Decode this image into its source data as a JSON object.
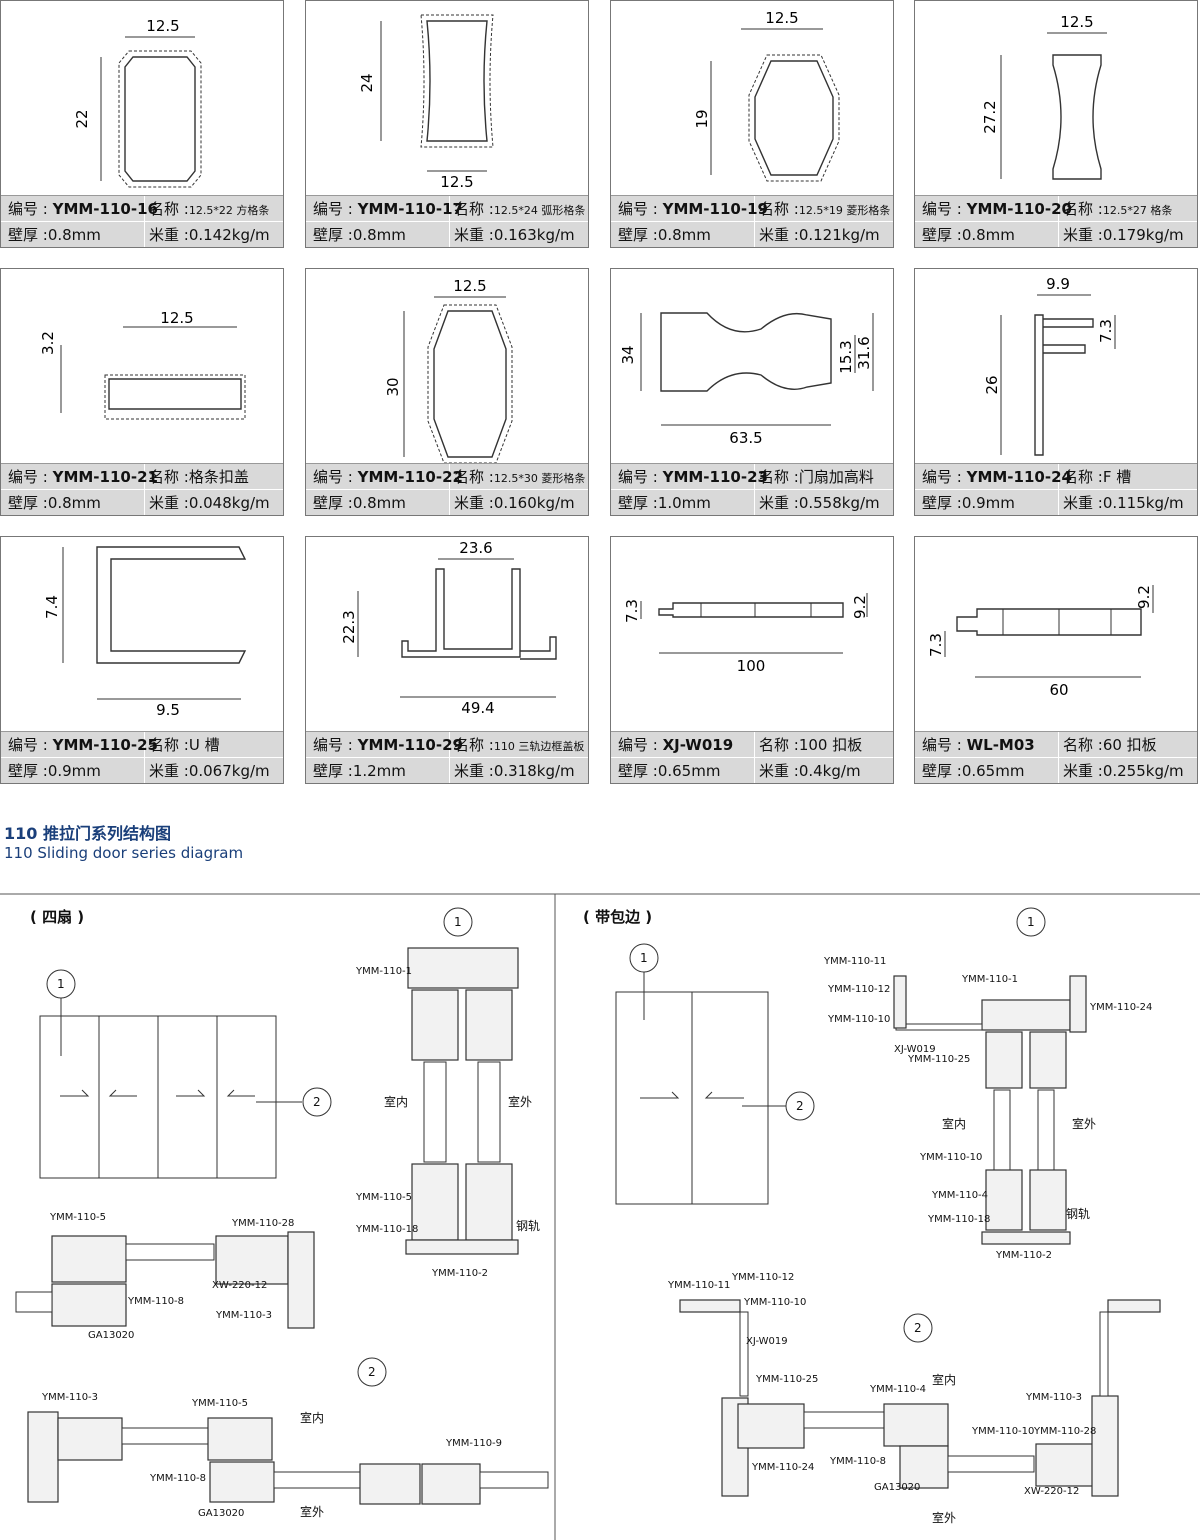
{
  "cards": [
    {
      "code_label": "编号 : ",
      "code": "YMM-110-16",
      "name_label": "名称 :",
      "name": "12.5*22 方格条",
      "thick_label": "壁厚 :",
      "thick": "0.8mm",
      "weight_label": "米重 :",
      "weight": "0.142kg/m",
      "dims": [
        "12.5",
        "22"
      ]
    },
    {
      "code_label": "编号 : ",
      "code": "YMM-110-17",
      "name_label": "名称 :",
      "name": "12.5*24 弧形格条",
      "thick_label": "壁厚 :",
      "thick": "0.8mm",
      "weight_label": "米重 :",
      "weight": "0.163kg/m",
      "dims": [
        "24",
        "12.5"
      ]
    },
    {
      "code_label": "编号 : ",
      "code": "YMM-110-19",
      "name_label": "名称 :",
      "name": "12.5*19 菱形格条",
      "thick_label": "壁厚 :",
      "thick": "0.8mm",
      "weight_label": "米重 :",
      "weight": "0.121kg/m",
      "dims": [
        "12.5",
        "19"
      ]
    },
    {
      "code_label": "编号 : ",
      "code": "YMM-110-20",
      "name_label": "名称 :",
      "name": "12.5*27 格条",
      "thick_label": "壁厚 :",
      "thick": "0.8mm",
      "weight_label": "米重 :",
      "weight": "0.179kg/m",
      "dims": [
        "12.5",
        "27.2"
      ]
    },
    {
      "code_label": "编号 : ",
      "code": "YMM-110-21",
      "name_label": "名称 :",
      "name": "格条扣盖",
      "thick_label": "壁厚 :",
      "thick": "0.8mm",
      "weight_label": "米重 :",
      "weight": "0.048kg/m",
      "dims": [
        "3.2",
        "12.5"
      ]
    },
    {
      "code_label": "编号 : ",
      "code": "YMM-110-22",
      "name_label": "名称 :",
      "name": "12.5*30 菱形格条",
      "thick_label": "壁厚 :",
      "thick": "0.8mm",
      "weight_label": "米重 :",
      "weight": "0.160kg/m",
      "dims": [
        "12.5",
        "30"
      ]
    },
    {
      "code_label": "编号 : ",
      "code": "YMM-110-23",
      "name_label": "名称 :",
      "name": "门扇加高料",
      "thick_label": "壁厚 :",
      "thick": "1.0mm",
      "weight_label": "米重 :",
      "weight": "0.558kg/m",
      "dims": [
        "34",
        "15.3",
        "31.6",
        "63.5"
      ]
    },
    {
      "code_label": "编号 : ",
      "code": "YMM-110-24",
      "name_label": "名称 :",
      "name": "F 槽",
      "thick_label": "壁厚 :",
      "thick": "0.9mm",
      "weight_label": "米重 :",
      "weight": "0.115kg/m",
      "dims": [
        "9.9",
        "7.3",
        "26"
      ]
    },
    {
      "code_label": "编号 : ",
      "code": "YMM-110-25",
      "name_label": "名称 :",
      "name": "U 槽",
      "thick_label": "壁厚 :",
      "thick": "0.9mm",
      "weight_label": "米重 :",
      "weight": "0.067kg/m",
      "dims": [
        "7.4",
        "9.5"
      ]
    },
    {
      "code_label": "编号 : ",
      "code": "YMM-110-29",
      "name_label": "名称 :",
      "name": "110 三轨边框盖板",
      "thick_label": "壁厚 :",
      "thick": "1.2mm",
      "weight_label": "米重 :",
      "weight": "0.318kg/m",
      "dims": [
        "23.6",
        "22.3",
        "49.4"
      ]
    },
    {
      "code_label": "编号 : ",
      "code": "XJ-W019",
      "name_label": "名称 :",
      "name": "100 扣板",
      "thick_label": "壁厚 :",
      "thick": "0.65mm",
      "weight_label": "米重 :",
      "weight": "0.4kg/m",
      "dims": [
        "7.3",
        "9.2",
        "100"
      ]
    },
    {
      "code_label": "编号 : ",
      "code": "WL-M03",
      "name_label": "名称 :",
      "name": "60 扣板",
      "thick_label": "壁厚 :",
      "thick": "0.65mm",
      "weight_label": "米重 :",
      "weight": "0.255kg/m",
      "dims": [
        "9.2",
        "7.3",
        "60"
      ]
    }
  ],
  "section": {
    "title": "110 推拉门系列结构图",
    "subtitle": "110 Sliding door series diagram"
  },
  "diagram": {
    "left_label": "( 四扇 )",
    "right_label": "( 带包边 )",
    "marker_1": "1",
    "marker_2": "2",
    "indoor": "室内",
    "outdoor": "室外",
    "steel_rail": "钢轨",
    "left_labels": {
      "ymm1101": "YMM-110-1",
      "ymm1105a": "YMM-110-5",
      "ymm11018": "YMM-110-18",
      "ymm1102": "YMM-110-2",
      "ymm1105b": "YMM-110-5",
      "ymm11028": "YMM-110-28",
      "xw22012": "XW-220-12",
      "ymm1108": "YMM-110-8",
      "ymm1103": "YMM-110-3",
      "ga13020": "GA13020",
      "ymm1103b": "YMM-110-3",
      "ymm1105c": "YMM-110-5",
      "ymm1109": "YMM-110-9",
      "ymm1108b": "YMM-110-8",
      "ga13020b": "GA13020"
    },
    "right_labels": {
      "ymm11011": "YMM-110-11",
      "ymm11012": "YMM-110-12",
      "ymm11010": "YMM-110-10",
      "xjw019": "XJ-W019",
      "ymm11025": "YMM-110-25",
      "ymm1101": "YMM-110-1",
      "ymm11024": "YMM-110-24",
      "ymm11010b": "YMM-110-10",
      "ymm1104": "YMM-110-4",
      "ymm11018": "YMM-110-18",
      "ymm1102": "YMM-110-2",
      "ymm11011b": "YMM-110-11",
      "ymm11012b": "YMM-110-12",
      "ymm11010c": "YMM-110-10",
      "xjw019b": "XJ-W019",
      "ymm11025b": "YMM-110-25",
      "ymm11024b": "YMM-110-24",
      "ymm1104b": "YMM-110-4",
      "ymm1108": "YMM-110-8",
      "ga13020": "GA13020",
      "ymm1103": "YMM-110-3",
      "ymm11010d": "YMM-110-10",
      "ymm11028": "YMM-110-28",
      "xw22012": "XW-220-12"
    }
  }
}
